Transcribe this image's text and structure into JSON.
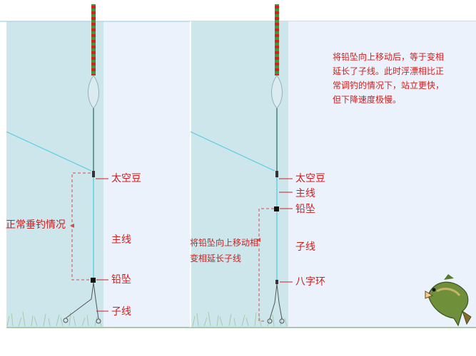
{
  "colors": {
    "water": "#ecf2fb",
    "column": "#cde6ec",
    "line": "#2f6f72",
    "thin_line": "#54cde0",
    "label": "#cc1f1f",
    "float_red": "#d81e1e",
    "float_green": "#3a9a3a"
  },
  "left_panel": {
    "labels": {
      "space_bean": "太空豆",
      "situation": "正常垂钓情况",
      "main_line": "主线",
      "sinker": "铅坠",
      "sub_line": "子线"
    }
  },
  "right_panel": {
    "labels": {
      "space_bean": "太空豆",
      "main_line": "主线",
      "sinker": "铅坠",
      "sub_line": "子线",
      "swivel": "八字环"
    },
    "move_note": "将铅坠向上移动相变相延长子线",
    "description": "将铅坠向上移动后，等于变相延长了子线。此时浮漂相比正常调钓的情况下，站立更快，但下降速度极慢。"
  },
  "icons": {
    "fish": "fish-icon"
  }
}
